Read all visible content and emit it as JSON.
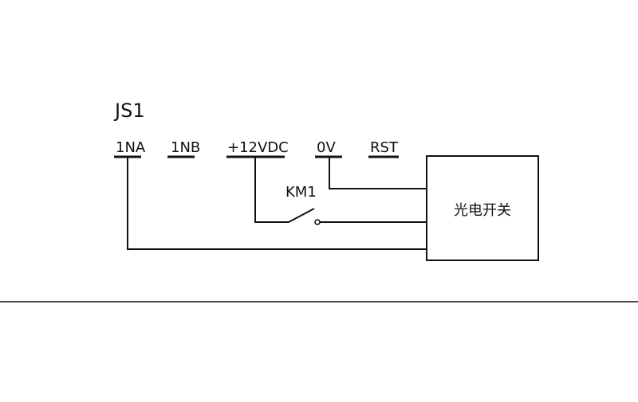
{
  "diagram": {
    "component_label": "JS1",
    "terminals": {
      "t1": "1NA",
      "t2": "1NB",
      "t3": "+12VDC",
      "t4": "0V",
      "t5": "RST"
    },
    "switch_label": "KM1",
    "device_label": "光电开关"
  }
}
